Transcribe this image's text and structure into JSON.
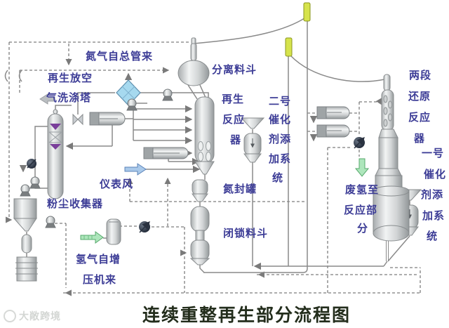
{
  "diagram": {
    "title": "连续重整再生部分流程图",
    "watermark": "大敞跨境",
    "colors": {
      "label_text": "#3c3c96",
      "pipe_line": "#8a8a8a",
      "diamond_filter": "#a6d9ef",
      "lift_capsule": "#d6e34c",
      "green_flow_arrow": "#aee6bc",
      "blue_flow_arrow": "#a9c9ea",
      "tower_internals": "#7a3f9a"
    },
    "labels": {
      "nitrogen_header": "氮气自总管来",
      "regen_vent_1": "再生放空",
      "regen_vent_2": "气洗涤塔",
      "separation_hopper": "分离料斗",
      "regen_reactor": [
        "再生",
        "反应",
        "器"
      ],
      "no2_catalyst": [
        "二号",
        "催化",
        "剂添",
        "加系",
        "统"
      ],
      "instrument_air": "仪表风",
      "dust_collector": "粉尘收集器",
      "h2_booster_1": "氢气自增",
      "h2_booster_2": "压机来",
      "n2_seal_tank": "氮封罐",
      "lock_hopper": "闭锁料斗",
      "waste_h2": [
        "废氢至",
        "反应部",
        "分"
      ],
      "two_stage_reactor": [
        "两段",
        "还原",
        "反应",
        "器"
      ],
      "no1_catalyst": [
        "一号",
        "催化",
        "剂添",
        "加系",
        "统"
      ]
    }
  }
}
